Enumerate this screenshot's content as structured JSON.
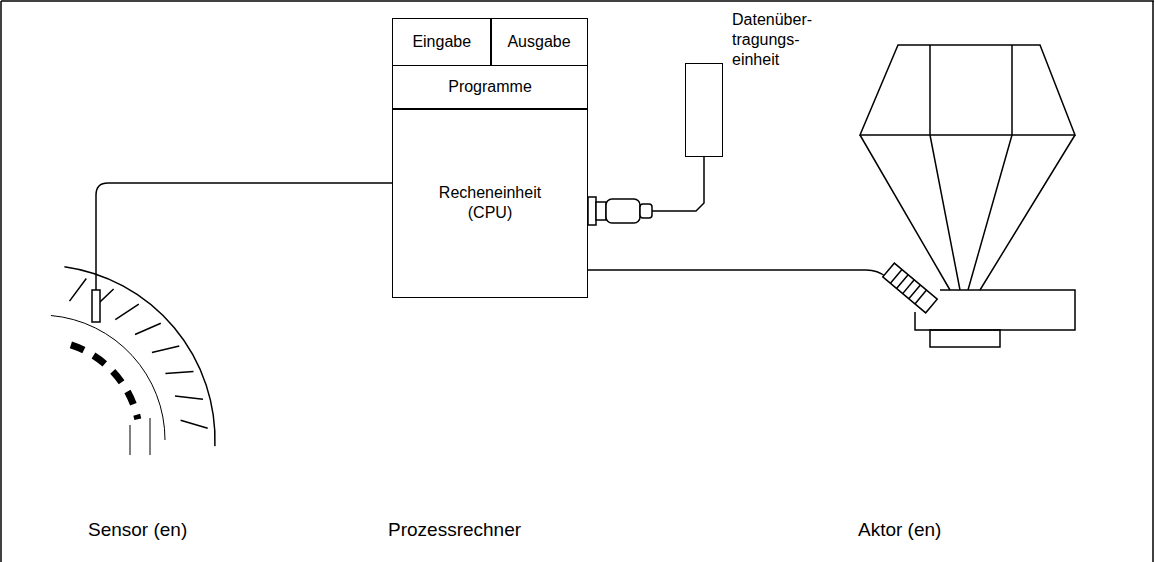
{
  "diagram": {
    "nodes": [
      {
        "text": [
          "Eingabe"
        ]
      },
      {
        "text": [
          "Ausgabe"
        ]
      },
      {
        "text": [
          "Programme"
        ]
      },
      {
        "text": [
          "Recheneinheit (CPU)"
        ]
      },
      {
        "text": [
          "Datenüber- tragungs- einheit"
        ]
      }
    ],
    "edges": [
      {
        "from": 3,
        "to": 4,
        "arrow": "none"
      }
    ],
    "labels": [
      "Sensor (en)",
      "Prozessrechner",
      "Aktor (en)"
    ]
  }
}
